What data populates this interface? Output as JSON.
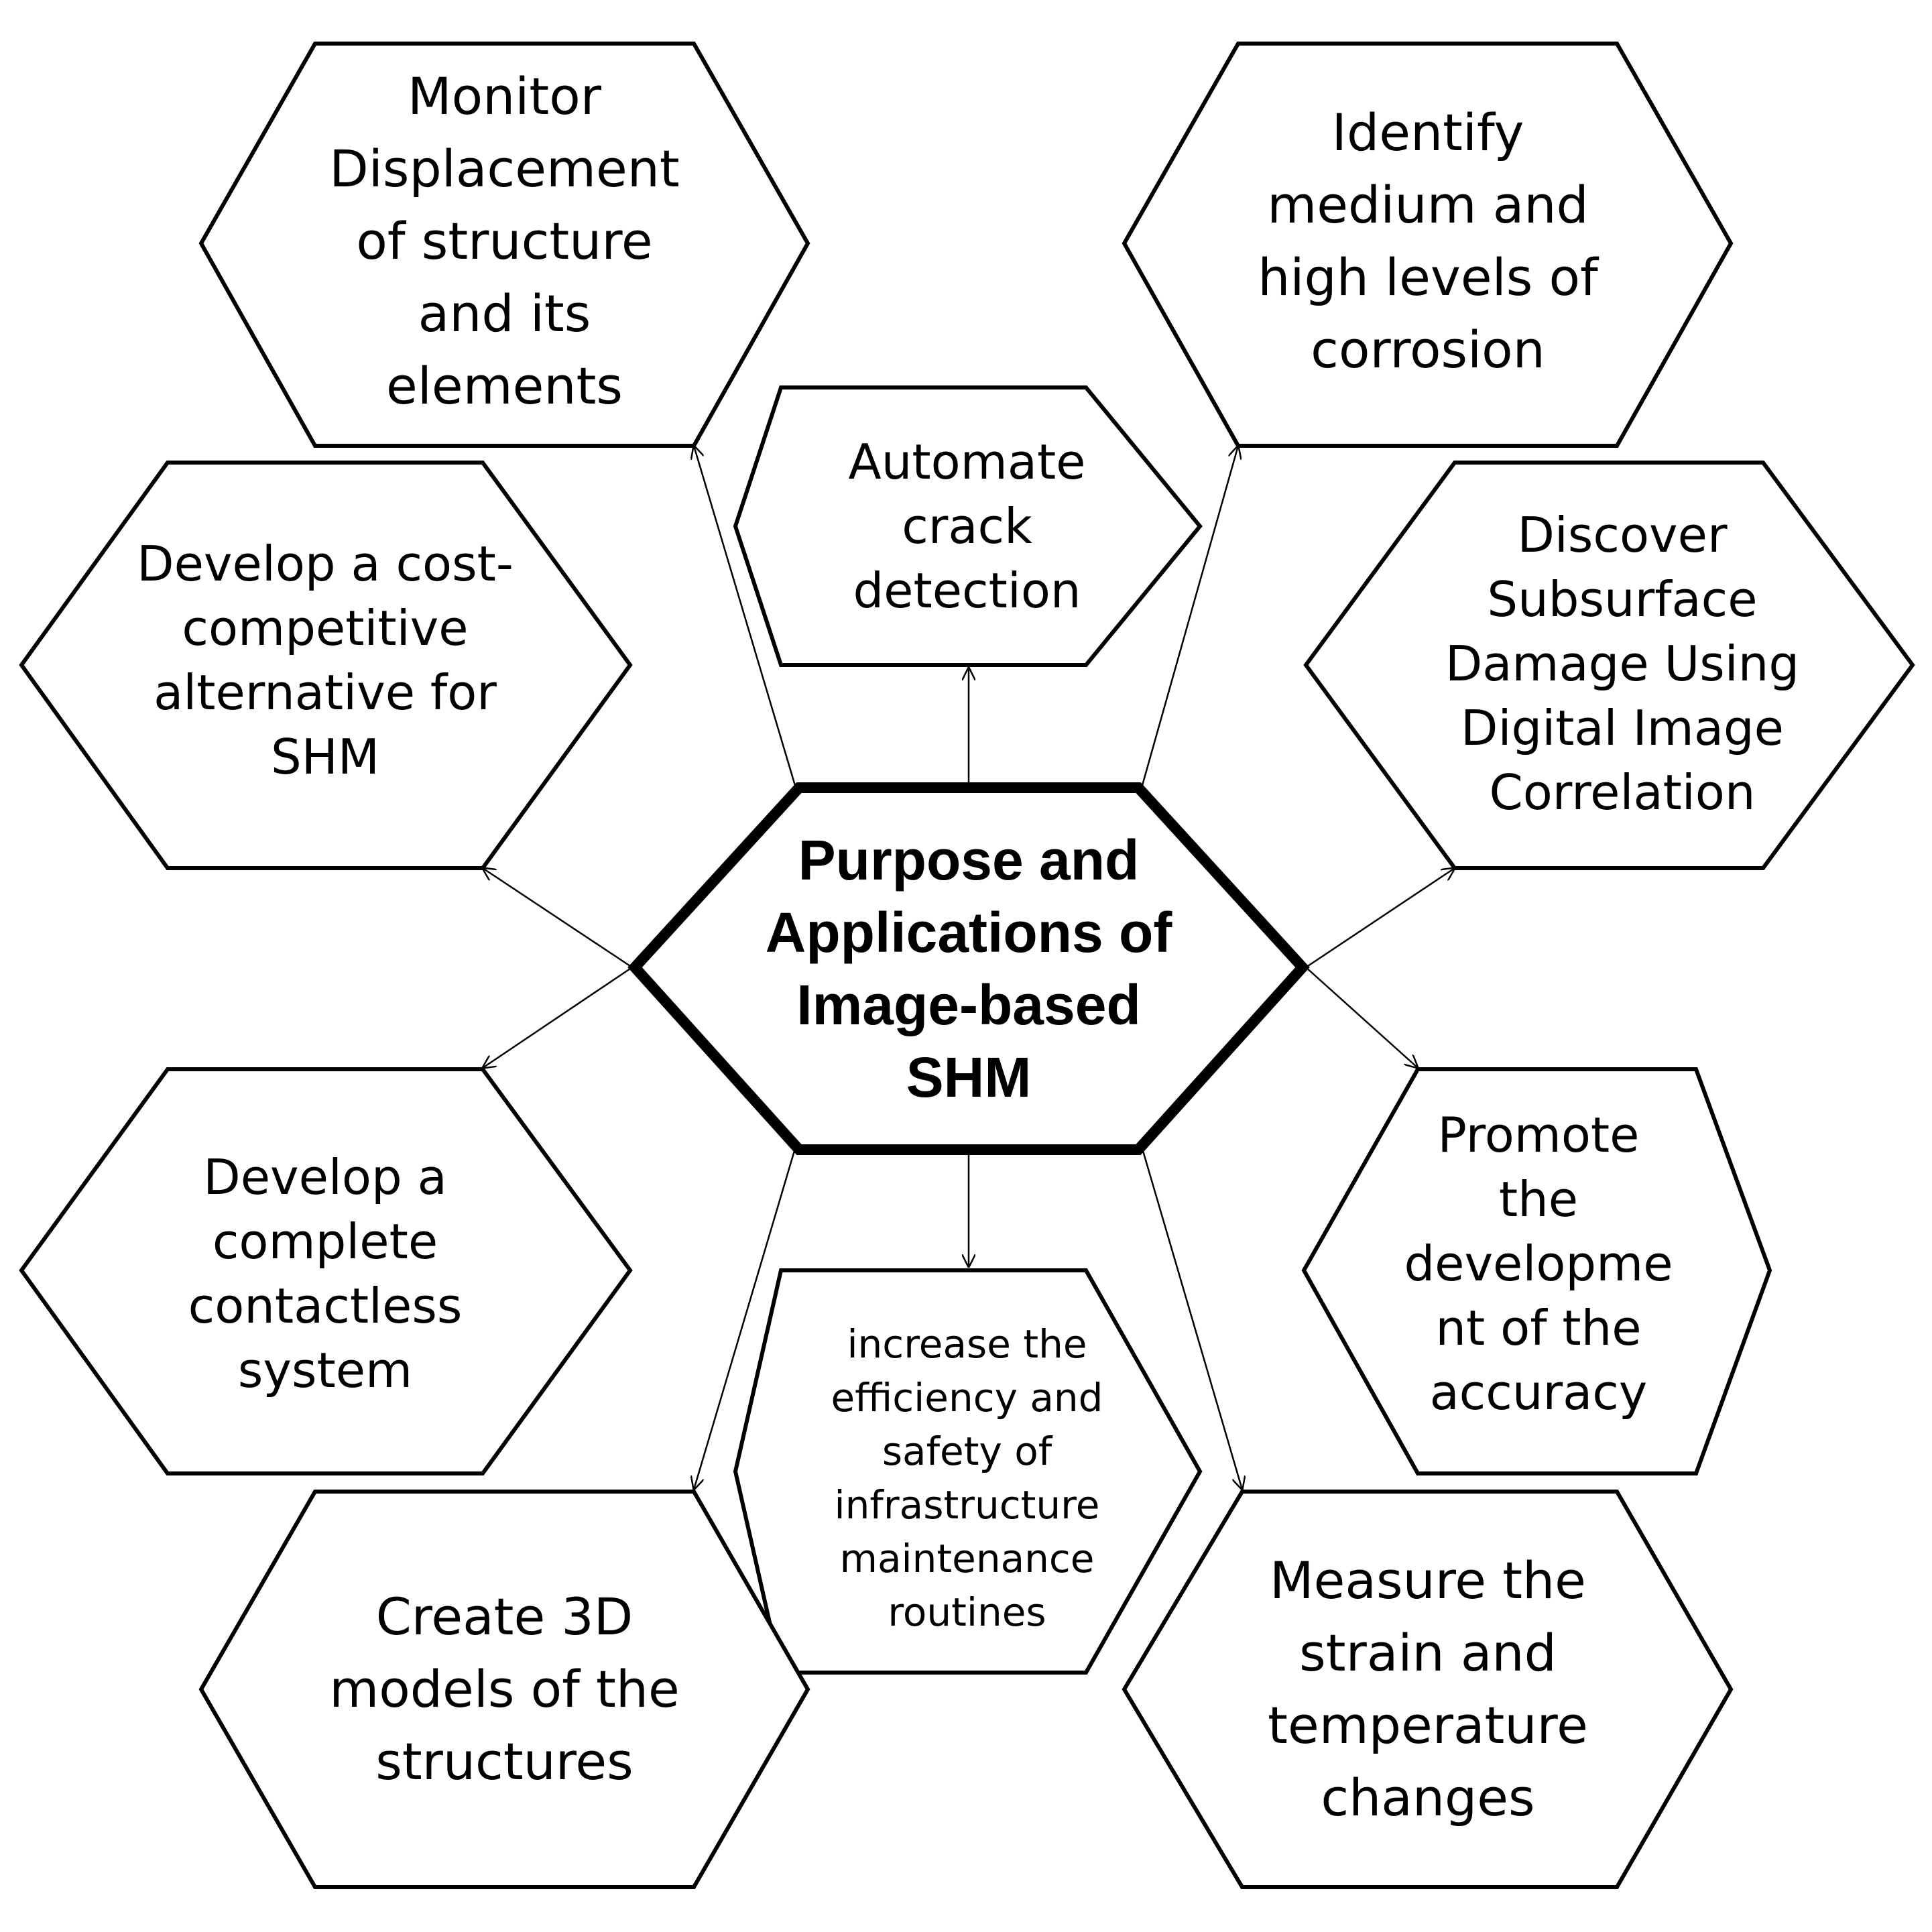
{
  "diagram": {
    "center": "Purpose and\nApplications of\nImage-based\nSHM",
    "items": [
      {
        "id": "monitor-displacement",
        "text": "Monitor\nDisplacement\nof structure\nand its\nelements"
      },
      {
        "id": "identify-corrosion",
        "text": "Identify\nmedium and\nhigh levels of\ncorrosion"
      },
      {
        "id": "automate-crack-detection",
        "text": "Automate\ncrack\ndetection"
      },
      {
        "id": "develop-cost-competitive",
        "text": "Develop a cost-\ncompetitive\nalternative for\nSHM"
      },
      {
        "id": "discover-subsurface-damage",
        "text": "Discover\nSubsurface\nDamage Using\nDigital Image\nCorrelation"
      },
      {
        "id": "develop-contactless-system",
        "text": "Develop a\ncomplete\ncontactless\nsystem"
      },
      {
        "id": "increase-efficiency-safety",
        "text": "increase the\nefficiency and\nsafety of\ninfrastructure\nmaintenance\nroutines"
      },
      {
        "id": "promote-accuracy",
        "text": "Promote\nthe\ndevelopme\nnt of the\naccuracy"
      },
      {
        "id": "create-3d-models",
        "text": "Create 3D\nmodels of the\nstructures"
      },
      {
        "id": "measure-strain-temperature",
        "text": "Measure the\nstrain and\ntemperature\nchanges"
      }
    ]
  }
}
